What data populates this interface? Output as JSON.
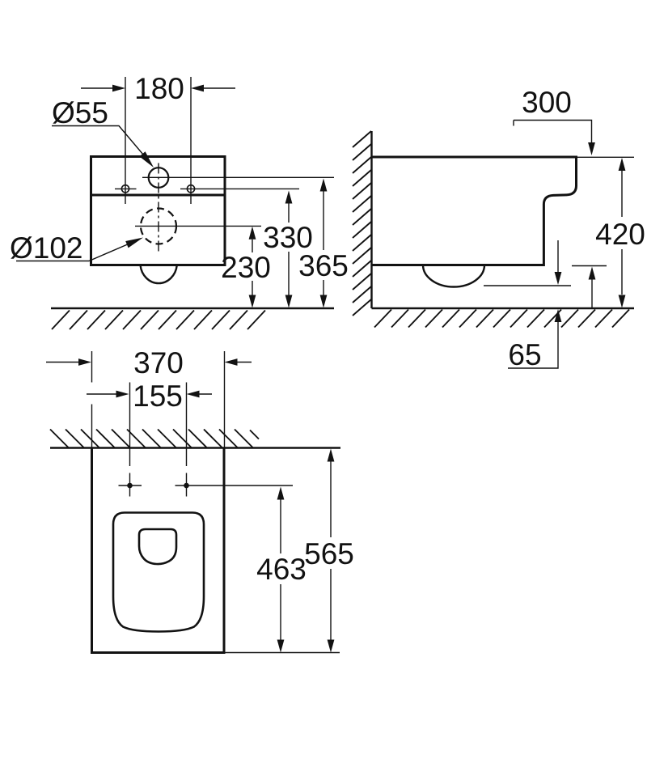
{
  "page": {
    "background": "#ffffff",
    "ink": "#121212",
    "type": "technical-dimension-drawing"
  },
  "views": {
    "front": {
      "labels": {
        "fixing_hole_spacing": "180",
        "small_hole_diameter": "Ø55",
        "large_hole_diameter": "Ø102",
        "large_hole_center_height": "230",
        "fixing_hole_height": "330",
        "small_hole_center_height": "365"
      }
    },
    "side": {
      "labels": {
        "top_depth": "300",
        "total_height": "420",
        "floor_clearance": "65"
      }
    },
    "plan": {
      "labels": {
        "total_width": "370",
        "seat_hole_spacing": "155",
        "seat_hole_depth": "463",
        "total_depth": "565"
      }
    }
  }
}
